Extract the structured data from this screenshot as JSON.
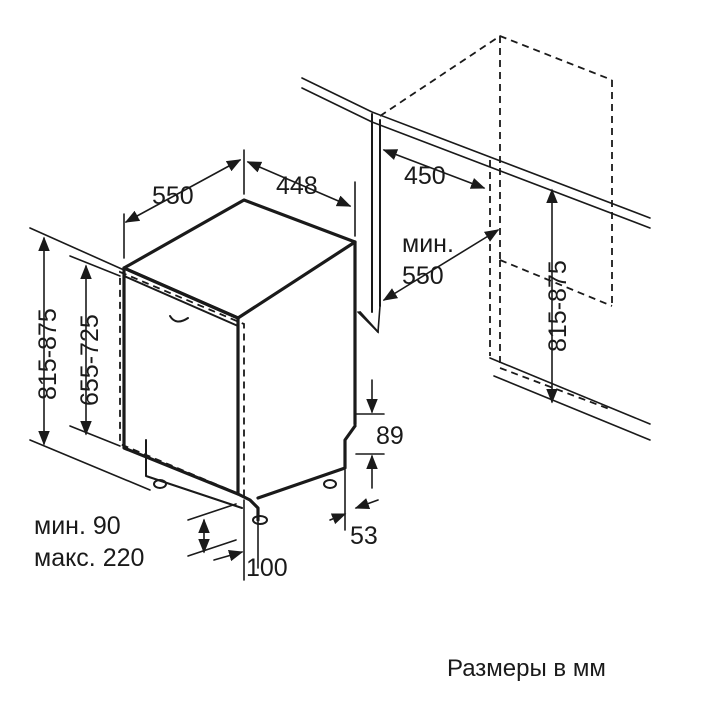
{
  "dimensions": {
    "depth": "550",
    "width": "448",
    "height_range": "815-875",
    "front_height_range": "655-725",
    "niche_width": "450",
    "niche_depth_label": "мин.",
    "niche_depth_value": "550",
    "niche_height_range": "815-875",
    "plinth_height": "89",
    "plinth_offset": "53",
    "foot_setback": "100",
    "gap_min": "мин. 90",
    "gap_max": "макс. 220"
  },
  "caption": "Размеры в мм"
}
